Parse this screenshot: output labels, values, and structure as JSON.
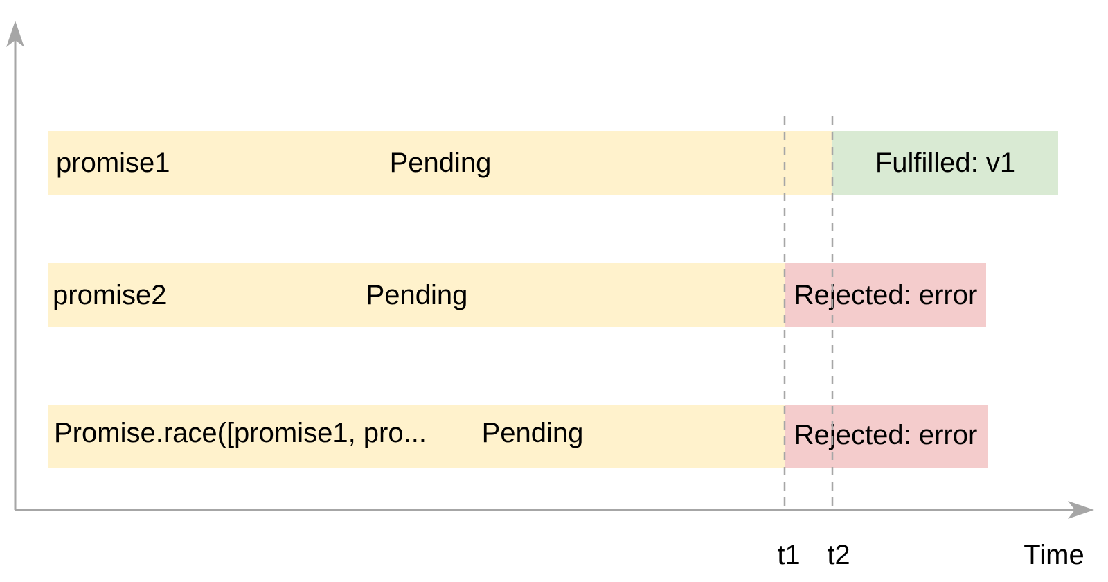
{
  "colors": {
    "pending": "#fff2cc",
    "fulfilled": "#d9ead3",
    "rejected": "#f4cccc",
    "axis": "#a6a6a6",
    "text": "#000000"
  },
  "rows": [
    {
      "name": "promise1",
      "pending_label": "Pending",
      "settled_label": "Fulfilled: v1",
      "settled_state": "fulfilled",
      "settled_at": "t2"
    },
    {
      "name": "promise2",
      "pending_label": "Pending",
      "settled_label": "Rejected: error",
      "settled_state": "rejected",
      "settled_at": "t1"
    },
    {
      "name": "Promise.race([promise1, pro...",
      "pending_label": "Pending",
      "settled_label": "Rejected: error",
      "settled_state": "rejected",
      "settled_at": "t1"
    }
  ],
  "markers": [
    "t1",
    "t2"
  ],
  "axis": {
    "x_label": "Time"
  }
}
